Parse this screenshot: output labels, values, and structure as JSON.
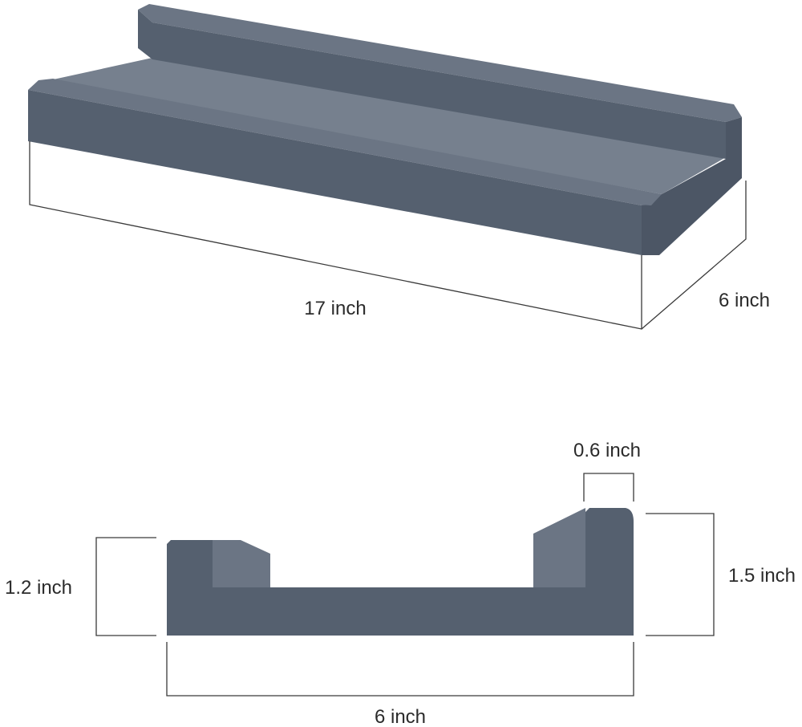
{
  "colors": {
    "wood_face": "#55606f",
    "wood_top": "#6b7584",
    "wood_floor": "#76808e",
    "wood_end": "#4c5665",
    "dimension_line": "#3a3a3a"
  },
  "top_view": {
    "length_label": "17 inch",
    "depth_label": "6 inch"
  },
  "profile_view": {
    "lip_width_label": "0.6 inch",
    "front_height_label": "1.2 inch",
    "back_height_label": "1.5 inch",
    "depth_label": "6 inch"
  }
}
